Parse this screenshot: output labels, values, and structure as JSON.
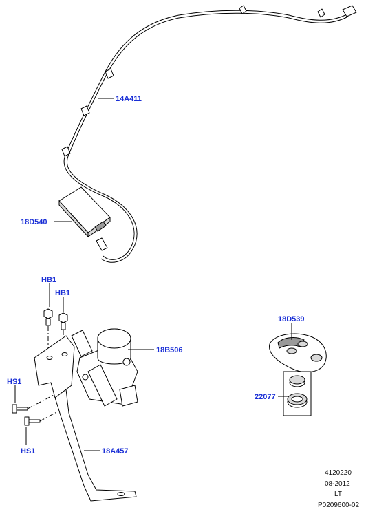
{
  "callouts": {
    "harness": "14A411",
    "module": "18D540",
    "bolt_left": "HB1",
    "bolt_right": "HB1",
    "heater": "18B506",
    "screw_upper": "HS1",
    "screw_lower": "HS1",
    "bracket": "18A457",
    "remote": "18D539",
    "battery": "22077"
  },
  "meta": {
    "line1": "4120220",
    "line2": "08-2012",
    "line3": "LT",
    "line4": "P0209600-02"
  }
}
